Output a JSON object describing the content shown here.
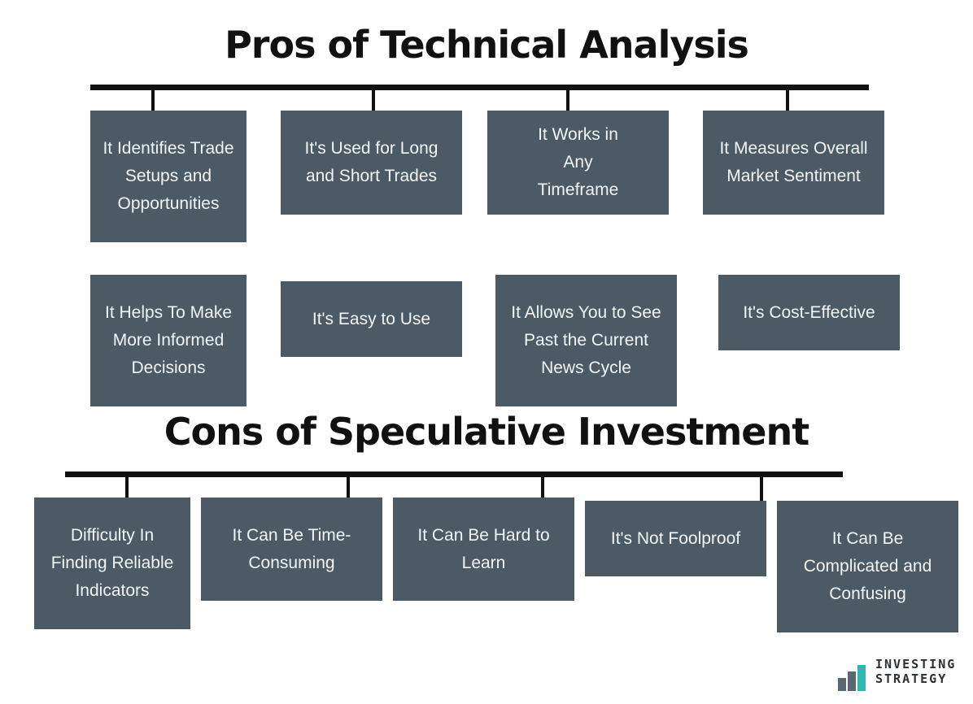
{
  "pros": {
    "title": "Pros of Technical Analysis",
    "items": [
      "It Identifies Trade Setups and Opportunities",
      "It's Used for Long and Short Trades",
      "It Works in Any Timeframe",
      "It Measures Overall Market Sentiment",
      "It Helps To Make More Informed Decisions",
      "It's Easy to Use",
      "It Allows You to See Past the Current News Cycle",
      "It's Cost-Effective"
    ]
  },
  "cons": {
    "title": "Cons of Speculative Investment",
    "items": [
      "Difficulty In Finding Reliable Indicators",
      "It Can Be Time-Consuming",
      "It Can Be Hard to Learn",
      "It's Not Foolproof",
      "It Can Be Complicated and Confusing"
    ]
  },
  "logo": {
    "line1": "INVESTING",
    "line2": "STRATEGY"
  },
  "colors": {
    "box": "#4b5a64",
    "box_text": "#f2f4f5",
    "lines": "#111111",
    "logo_teal": "#2bb8b0"
  }
}
